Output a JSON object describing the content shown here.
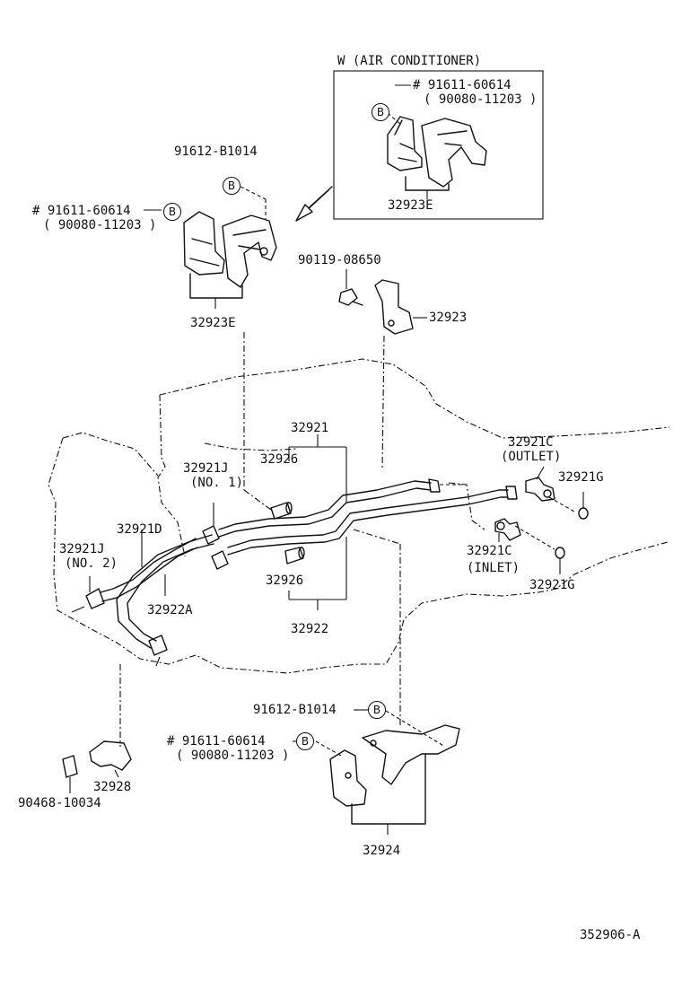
{
  "inset": {
    "title": "W (AIR CONDITIONER)",
    "bolt": "# 91611-60614",
    "bolt_alt": "( 90080-11203 )",
    "callout": "B",
    "bracket": "32923E"
  },
  "labels": {
    "p91612_top": "91612-B1014",
    "p91611_left": "# 91611-60614",
    "p90080_left": "( 90080-11203 )",
    "p32923E": "32923E",
    "p90119": "90119-08650",
    "p32923": "32923",
    "p32921": "32921",
    "p32926_top": "32926",
    "p32921J_1a": "32921J",
    "p32921J_1b": "(NO. 1)",
    "p32921C_outa": "32921C",
    "p32921C_outb": "(OUTLET)",
    "p32921G_top": "32921G",
    "p32921D": "32921D",
    "p32921J_2a": "32921J",
    "p32921J_2b": "(NO. 2)",
    "p32922A": "32922A",
    "p32926_bot": "32926",
    "p32922": "32922",
    "p32921C_ina": "32921C",
    "p32921C_inb": "(INLET)",
    "p32921G_bot": "32921G",
    "p91612_bot": "91612-B1014",
    "p91611_bot": "# 91611-60614",
    "p90080_bot": "( 90080-11203 )",
    "p32928": "32928",
    "p90468": "90468-10034",
    "p32924": "32924",
    "diagram_id": "352906-A"
  },
  "callouts": {
    "b": "B"
  }
}
